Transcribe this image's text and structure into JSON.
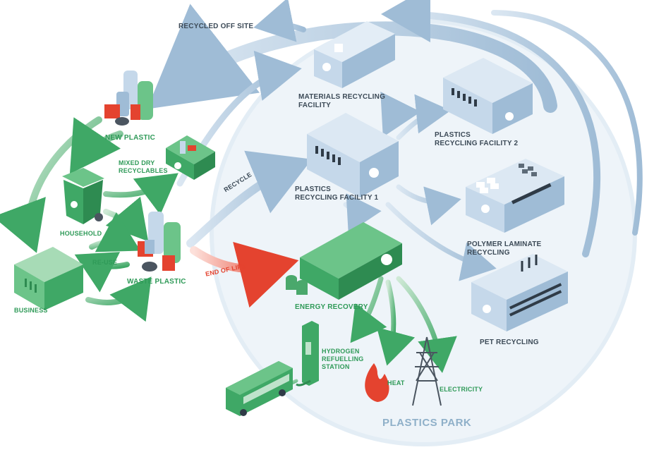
{
  "labels": {
    "recycled_off_site": "RECYCLED OFF SITE",
    "materials_recycling_facility": "MATERIALS RECYCLING\nFACILITY",
    "plastics_recycling_facility_2": "PLASTICS\nRECYCLING FACILITY 2",
    "plastics_recycling_facility_1": "PLASTICS\nRECYCLING FACILITY 1",
    "polymer_laminate_recycling": "POLYMER LAMINATE\nRECYCLING",
    "pet_recycling": "PET RECYCLING",
    "new_plastic": "NEW PLASTIC",
    "mixed_dry_recyclables": "MIXED DRY\nRECYCLABLES",
    "household": "HOUSEHOLD",
    "re_use": "RE-USE",
    "waste_plastic": "WASTE PLASTIC",
    "business": "BUSINESS",
    "recycle": "RECYCLE",
    "end_of_life": "END OF LIFE",
    "energy_recovery": "ENERGY RECOVERY",
    "hydrogen_refuelling_station": "HYDROGEN\nREFUELLING\nSTATION",
    "heat": "HEAT",
    "electricity": "ELECTRICITY",
    "plastics_park": "PLASTICS PARK"
  },
  "colors": {
    "flow_blue": "#a9c2d8",
    "flow_green": "#5cb878",
    "flow_red": "#e4432f",
    "building_blue": "#c5d8ea",
    "building_green": "#3fa866",
    "park_circle": "#eef4f9"
  }
}
